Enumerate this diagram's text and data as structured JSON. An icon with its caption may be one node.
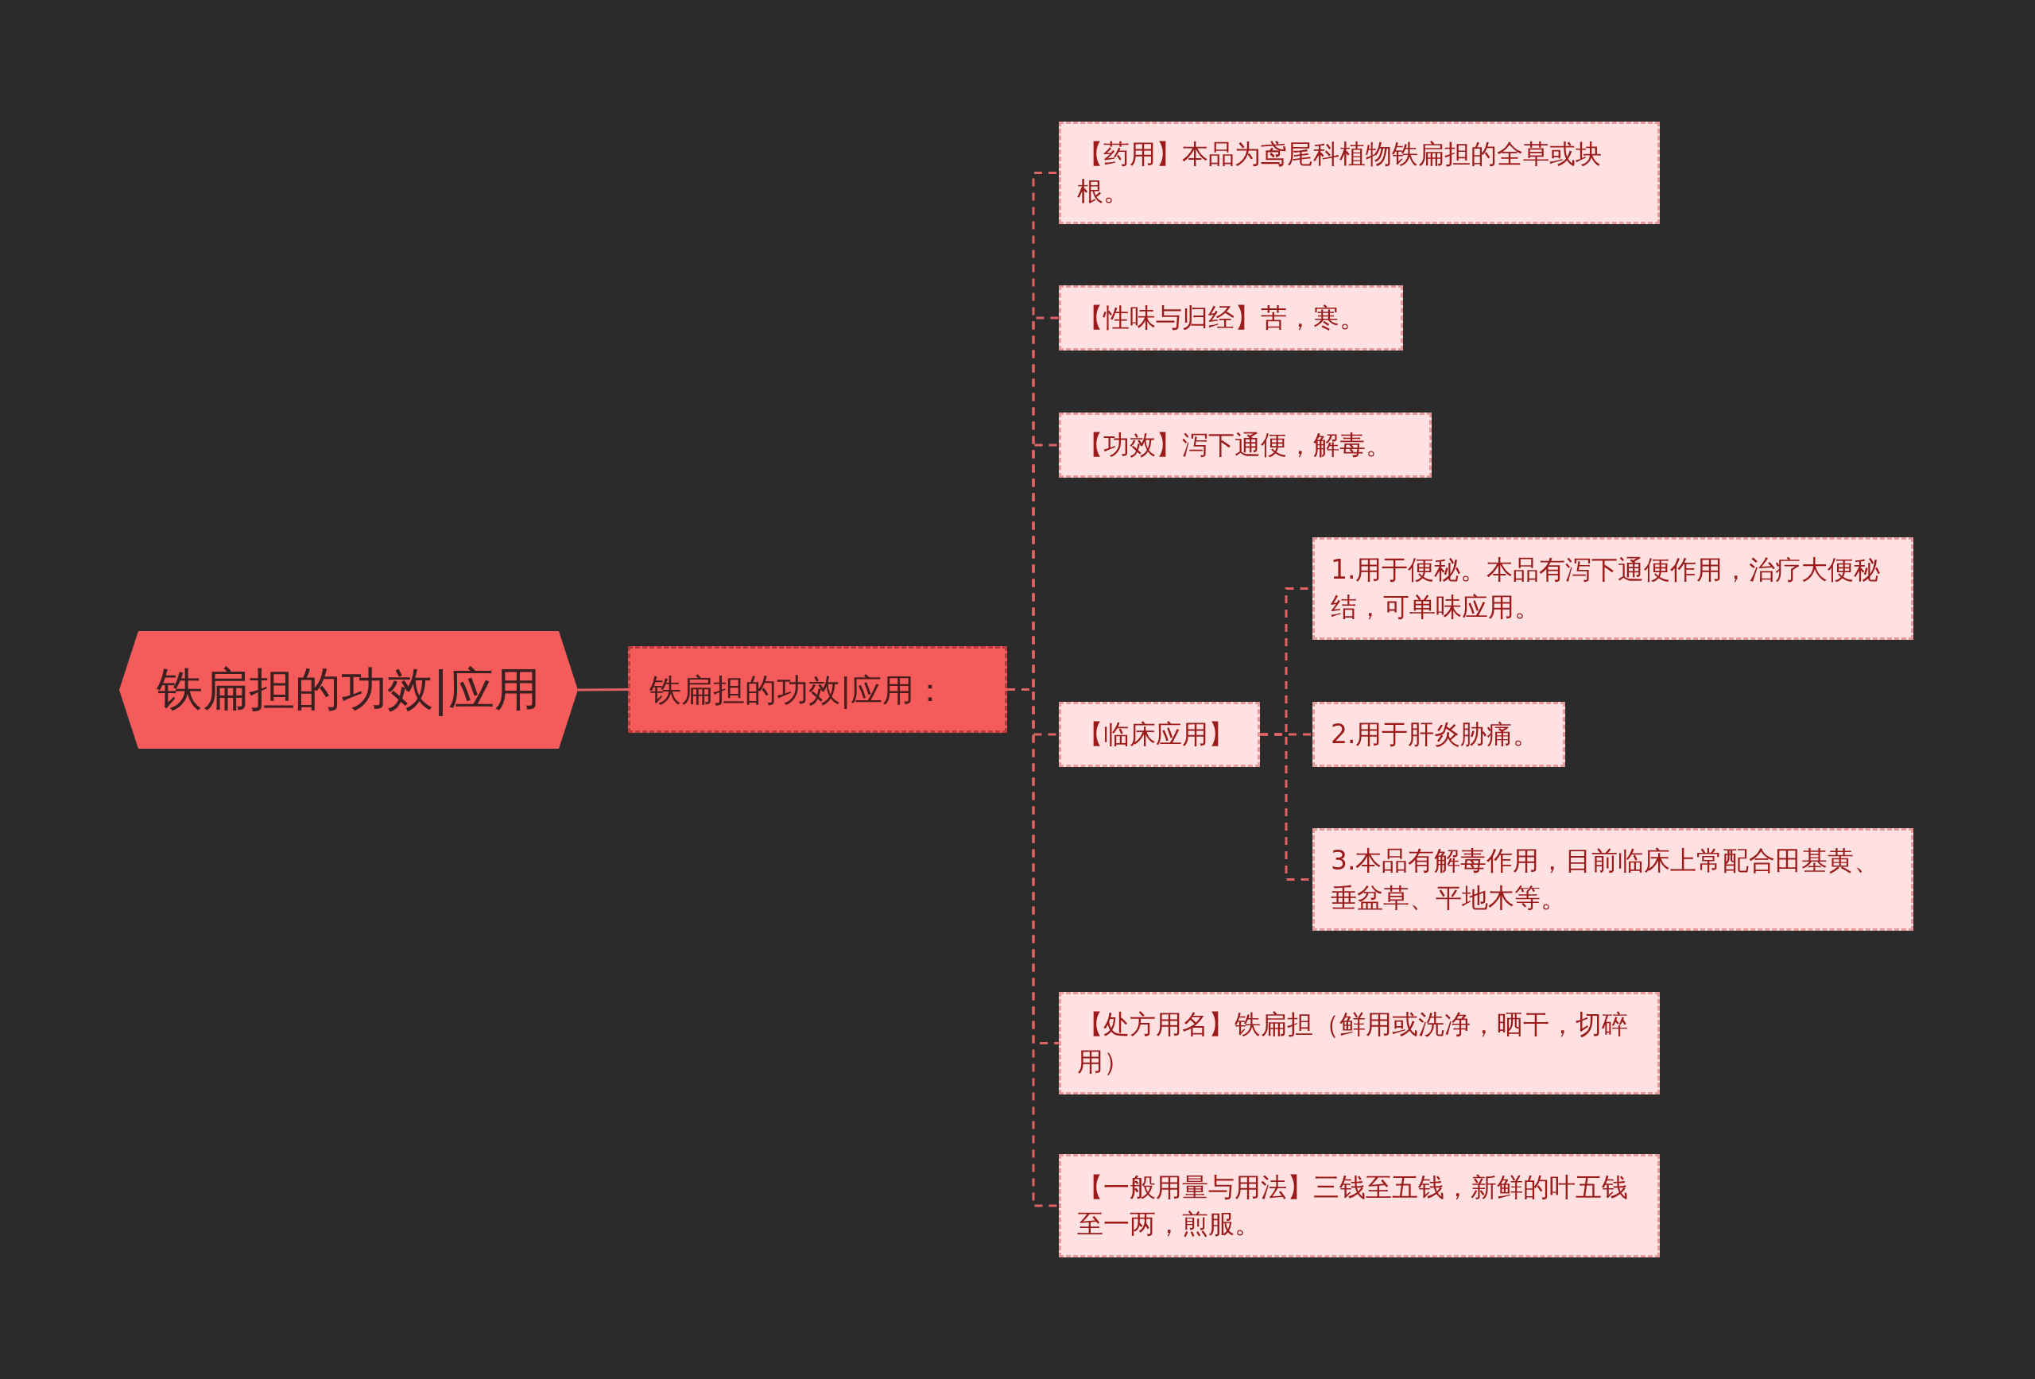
{
  "diagram": {
    "nodes": [
      {
        "text": [
          "铁扁担的功效|应用"
        ]
      },
      {
        "text": [
          "铁扁担的功效|应用："
        ]
      },
      {
        "text": [
          "【药用】本品为鸢尾科植物铁扁担的全草或块根。"
        ]
      },
      {
        "text": [
          "【性味与归经】苦，寒。"
        ]
      },
      {
        "text": [
          "【功效】泻下通便，解毒。"
        ]
      },
      {
        "text": [
          "【临床应用】"
        ]
      },
      {
        "text": [
          "1.用于便秘。本品有泻下通便作用，治疗大便秘结，可单味应用。"
        ]
      },
      {
        "text": [
          "2.用于肝炎胁痛。"
        ]
      },
      {
        "text": [
          "3.本品有解毒作用，目前临床上常配合田基黄、垂盆草、平地木等。"
        ]
      },
      {
        "text": [
          "【处方用名】铁扁担（鲜用或洗净，晒干，切碎用）"
        ]
      },
      {
        "text": [
          "【一般用量与用法】三钱至五钱，新鲜的叶五钱至一两，煎服。"
        ]
      }
    ],
    "edges": [
      {
        "from": 0,
        "to": 1,
        "arrow": "none"
      },
      {
        "from": 1,
        "to": 2,
        "arrow": "none",
        "style": "dashed"
      },
      {
        "from": 1,
        "to": 3,
        "arrow": "none",
        "style": "dashed"
      },
      {
        "from": 1,
        "to": 4,
        "arrow": "none",
        "style": "dashed"
      },
      {
        "from": 1,
        "to": 5,
        "arrow": "none",
        "style": "dashed"
      },
      {
        "from": 5,
        "to": 6,
        "arrow": "none",
        "style": "dashed"
      },
      {
        "from": 5,
        "to": 7,
        "arrow": "none",
        "style": "dashed"
      },
      {
        "from": 5,
        "to": 8,
        "arrow": "none",
        "style": "dashed"
      },
      {
        "from": 1,
        "to": 9,
        "arrow": "none",
        "style": "dashed"
      },
      {
        "from": 1,
        "to": 10,
        "arrow": "none",
        "style": "dashed"
      }
    ]
  }
}
